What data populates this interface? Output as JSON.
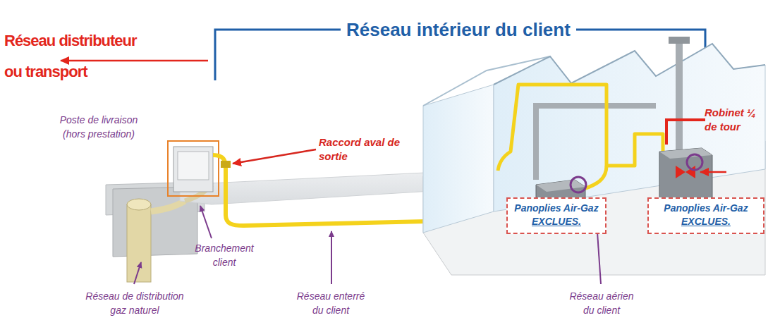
{
  "diagram": {
    "title": "Réseau intérieur du client",
    "nodes": [
      {
        "text": [
          "Panoplies Air-Gaz",
          "EXCLUES."
        ]
      },
      {
        "text": [
          "Panoplies Air-Gaz",
          "EXCLUES."
        ]
      }
    ],
    "labels": [
      "Réseau distributeur ou transport",
      "Poste de livraison (hors prestation)",
      "Raccord aval de sortie",
      "Robinet ¼ de tour",
      "Branchement client",
      "Réseau de distribution gaz naturel",
      "Réseau enterré du client",
      "Réseau aérien du client"
    ]
  }
}
